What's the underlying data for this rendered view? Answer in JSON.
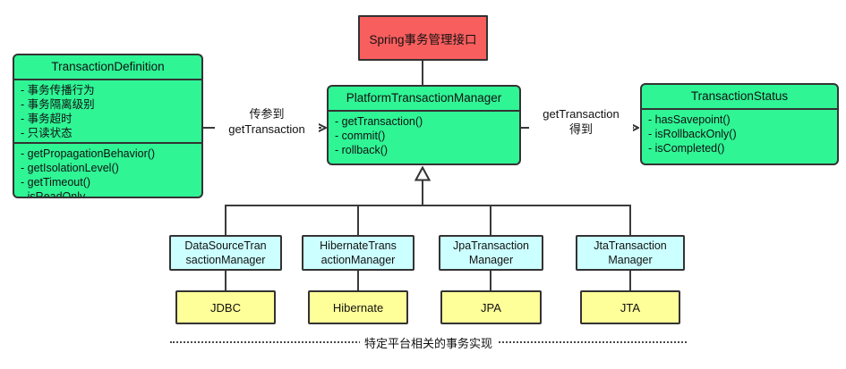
{
  "colors": {
    "interface_red": "#f95e5e",
    "class_green": "#2ff595",
    "manager_cyan": "#ccffff",
    "platform_yellow": "#ffff99",
    "line_border": "#333333"
  },
  "interface_box": {
    "label": "Spring事务管理接口"
  },
  "transaction_definition": {
    "title": "TransactionDefinition",
    "attributes": [
      "- 事务传播行为",
      "- 事务隔离级别",
      "- 事务超时",
      "- 只读状态"
    ],
    "methods": [
      "- getPropagationBehavior()",
      "- getIsolationLevel()",
      "- getTimeout()",
      "- isReadOnly"
    ]
  },
  "platform_transaction_manager": {
    "title": "PlatformTransactionManager",
    "methods": [
      "- getTransaction()",
      "- commit()",
      "- rollback()"
    ]
  },
  "transaction_status": {
    "title": "TransactionStatus",
    "methods": [
      "- hasSavepoint()",
      "- isRollbackOnly()",
      "- isCompleted()"
    ]
  },
  "left_edge_label": {
    "line1": "传参到",
    "line2": "getTransaction"
  },
  "right_edge_label": {
    "line1": "getTransaction",
    "line2": "得到"
  },
  "implementations": [
    {
      "manager_line1": "DataSourceTran",
      "manager_line2": "sactionManager",
      "platform": "JDBC"
    },
    {
      "manager_line1": "HibernateTrans",
      "manager_line2": "actionManager",
      "platform": "Hibernate"
    },
    {
      "manager_line1": "JpaTransaction",
      "manager_line2": "Manager",
      "platform": "JPA"
    },
    {
      "manager_line1": "JtaTransaction",
      "manager_line2": "Manager",
      "platform": "JTA"
    }
  ],
  "footer": {
    "label": "特定平台相关的事务实现"
  }
}
